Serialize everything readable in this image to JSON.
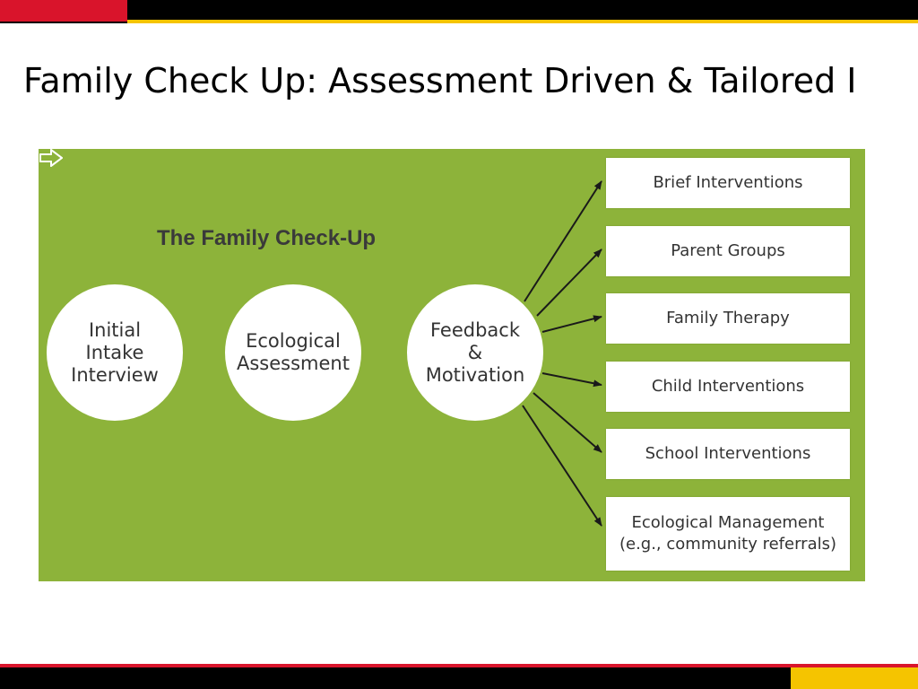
{
  "slide": {
    "title": "Family Check Up: Assessment Driven & Tailored I"
  },
  "diagram": {
    "heading": "The Family Check-Up",
    "steps": [
      "Initial\nIntake\nInterview",
      "Ecological\nAssessment",
      "Feedback\n&\nMotivation"
    ],
    "outcomes": [
      "Brief Interventions",
      "Parent Groups",
      "Family Therapy",
      "Child Interventions",
      "School Interventions",
      "Ecological Management\n(e.g., community referrals)"
    ]
  },
  "colors": {
    "diagram_background": "#8db33a",
    "brand_red": "#d9142b",
    "brand_yellow": "#f5c400",
    "bar_black": "#000000",
    "heading_text": "#3a3a3a"
  }
}
